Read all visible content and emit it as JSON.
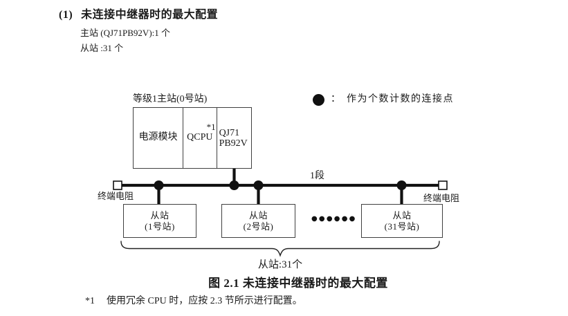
{
  "colors": {
    "ink": "#1a1a1a",
    "line": "#111111",
    "box_border": "#3f3f3f",
    "background": "#ffffff"
  },
  "header": {
    "number": "(1)",
    "title": "未连接中继器时的最大配置",
    "spec_master": "主站 (QJ71PB92V):1 个",
    "spec_slave": "从站 :31 个"
  },
  "legend": {
    "symbol": "connection-point-dot",
    "separator": "：",
    "label": "作为个数计数的连接点"
  },
  "diagram": {
    "master_label": "等级1主站(0号站)",
    "modules": {
      "power": "电源模块",
      "cpu": "QCPU",
      "cpu_note": "*1",
      "net_line1": "QJ71",
      "net_line2": "PB92V"
    },
    "segment_label": "1段",
    "terminator_left": "终端电阻",
    "terminator_right": "终端电阻",
    "slaves": [
      {
        "name": "从站",
        "station": "(1号站)"
      },
      {
        "name": "从站",
        "station": "(2号站)"
      },
      {
        "name": "从站",
        "station": "(31号站)"
      }
    ],
    "ellipsis": "●●●●●●",
    "brace_label": "从站:31个"
  },
  "caption": "图 2.1 未连接中继器时的最大配置",
  "footnote": {
    "marker": "*1",
    "text": "使用冗余 CPU 时，应按 2.3 节所示进行配置。"
  }
}
